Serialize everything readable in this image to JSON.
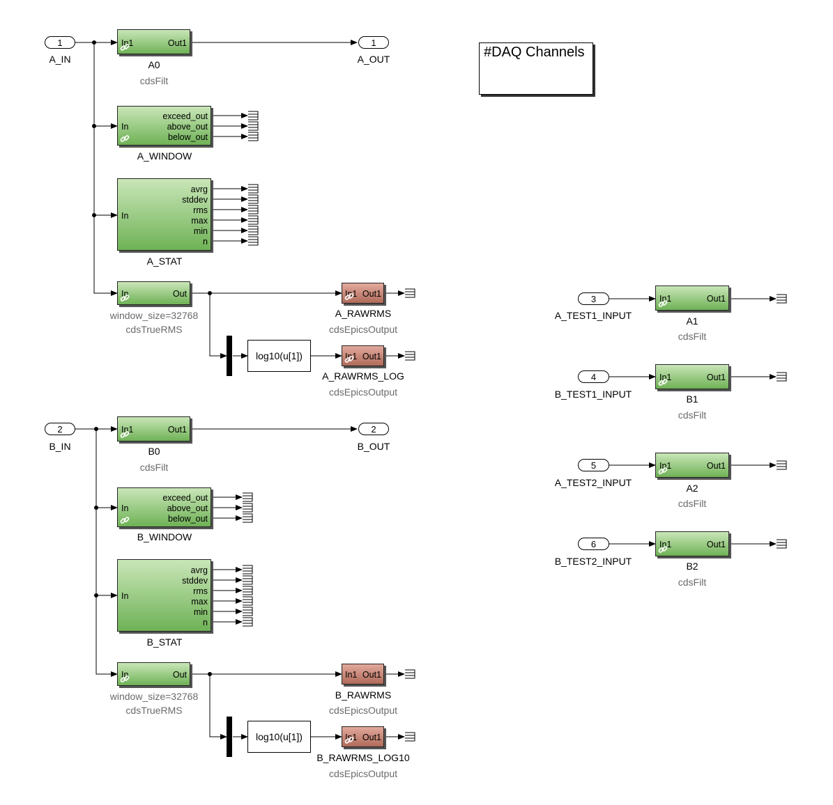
{
  "annotation": "#DAQ Channels",
  "inports": [
    {
      "num": "1",
      "name": "A_IN"
    },
    {
      "num": "2",
      "name": "B_IN"
    },
    {
      "num": "3",
      "name": "A_TEST1_INPUT"
    },
    {
      "num": "4",
      "name": "B_TEST1_INPUT"
    },
    {
      "num": "5",
      "name": "A_TEST2_INPUT"
    },
    {
      "num": "6",
      "name": "B_TEST2_INPUT"
    }
  ],
  "outports": [
    {
      "num": "1",
      "name": "A_OUT"
    },
    {
      "num": "2",
      "name": "B_OUT"
    }
  ],
  "blocks": {
    "a0": {
      "name": "A0",
      "lib": "cdsFilt",
      "in": "In1",
      "out": "Out1"
    },
    "a_window": {
      "name": "A_WINDOW",
      "in": "In",
      "outs": [
        "exceed_out",
        "above_out",
        "below_out"
      ]
    },
    "a_stat": {
      "name": "A_STAT",
      "in": "In",
      "outs": [
        "avrg",
        "stddev",
        "rms",
        "max",
        "min",
        "n"
      ]
    },
    "a_truerms": {
      "param": "window_size=32768",
      "lib": "cdsTrueRMS",
      "in": "In",
      "out": "Out"
    },
    "a_rawrms": {
      "name": "A_RAWRMS",
      "lib": "cdsEpicsOutput",
      "in": "In1",
      "out": "Out1"
    },
    "a_log": {
      "expr": "log10(u[1])"
    },
    "a_rawrms_log": {
      "name": "A_RAWRMS_LOG",
      "lib": "cdsEpicsOutput",
      "in": "In1",
      "out": "Out1"
    },
    "b0": {
      "name": "B0",
      "lib": "cdsFilt",
      "in": "In1",
      "out": "Out1"
    },
    "b_window": {
      "name": "B_WINDOW",
      "in": "In",
      "outs": [
        "exceed_out",
        "above_out",
        "below_out"
      ]
    },
    "b_stat": {
      "name": "B_STAT",
      "in": "In",
      "outs": [
        "avrg",
        "stddev",
        "rms",
        "max",
        "min",
        "n"
      ]
    },
    "b_truerms": {
      "param": "window_size=32768",
      "lib": "cdsTrueRMS",
      "in": "In",
      "out": "Out"
    },
    "b_rawrms": {
      "name": "B_RAWRMS",
      "lib": "cdsEpicsOutput",
      "in": "In1",
      "out": "Out1"
    },
    "b_log": {
      "expr": "log10(u[1])"
    },
    "b_rawrms_log10": {
      "name": "B_RAWRMS_LOG10",
      "lib": "cdsEpicsOutput",
      "in": "In1",
      "out": "Out1"
    },
    "a1": {
      "name": "A1",
      "lib": "cdsFilt",
      "in": "In1",
      "out": "Out1"
    },
    "b1": {
      "name": "B1",
      "lib": "cdsFilt",
      "in": "In1",
      "out": "Out1"
    },
    "a2": {
      "name": "A2",
      "lib": "cdsFilt",
      "in": "In1",
      "out": "Out1"
    },
    "b2": {
      "name": "B2",
      "lib": "cdsFilt",
      "in": "In1",
      "out": "Out1"
    }
  }
}
